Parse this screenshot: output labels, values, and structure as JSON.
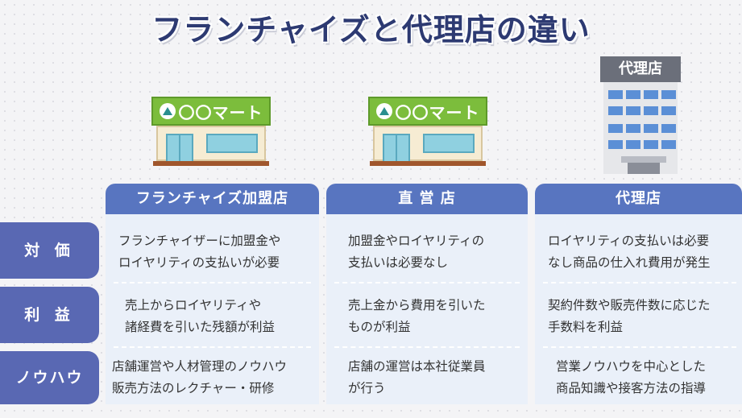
{
  "title": "フランチャイズと代理店の違い",
  "store_sign": "〇〇マート",
  "agency_building_sign": "代理店",
  "columns": [
    "フランチャイズ加盟店",
    "直 営 店",
    "代理店"
  ],
  "rows": [
    {
      "label": "対 価",
      "cells": [
        [
          "フランチャイザーに加盟金や",
          "ロイヤリティの支払いが必要"
        ],
        [
          "加盟金やロイヤリティの",
          "支払いは必要なし"
        ],
        [
          "ロイヤリティの支払いは必要",
          "なし商品の仕入れ費用が発生"
        ]
      ]
    },
    {
      "label": "利 益",
      "cells": [
        [
          "売上からロイヤリティや",
          "諸経費を引いた残額が利益"
        ],
        [
          "売上金から費用を引いた",
          "ものが利益"
        ],
        [
          "契約件数や販売件数に応じた",
          "手数料を利益"
        ]
      ]
    },
    {
      "label": "ノウハウ",
      "cells": [
        [
          "店舗運営や人材管理のノウハウ",
          "販売方法のレクチャー・研修"
        ],
        [
          "店舗の運営は本社従業員",
          "が行う"
        ],
        [
          "営業ノウハウを中心とした",
          "商品知識や接客方法の指導"
        ]
      ]
    }
  ],
  "colors": {
    "title": "#2d3a72",
    "column_header": "#5875c0",
    "row_label": "#5968b3",
    "panel": "#eaf0f9",
    "store_sign": "#7cbd3c"
  }
}
